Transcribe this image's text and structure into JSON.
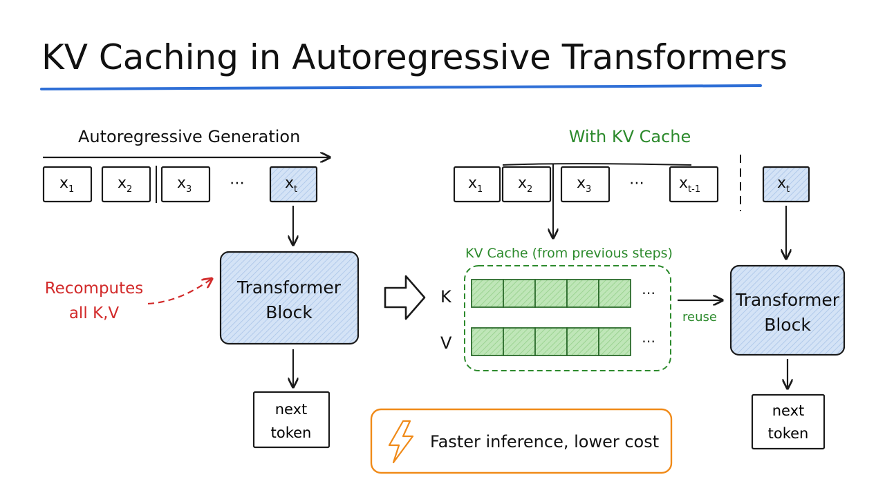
{
  "title": "KV Caching in Autoregressive Transformers",
  "left": {
    "heading": "Autoregressive Generation",
    "tokens": [
      {
        "base": "x",
        "sub": "1"
      },
      {
        "base": "x",
        "sub": "2"
      },
      {
        "base": "x",
        "sub": "3"
      },
      {
        "base": "⋯",
        "sub": ""
      },
      {
        "base": "x",
        "sub": "t"
      }
    ],
    "annotation_line1": "Recomputes",
    "annotation_line2": "all K,V",
    "block_line1": "Transformer",
    "block_line2": "Block",
    "output_line1": "next",
    "output_line2": "token"
  },
  "right": {
    "heading": "With KV Cache",
    "tokens": [
      {
        "base": "x",
        "sub": "1"
      },
      {
        "base": "x",
        "sub": "2"
      },
      {
        "base": "x",
        "sub": "3"
      },
      {
        "base": "⋯",
        "sub": ""
      },
      {
        "base": "x",
        "sub": "t-1"
      },
      {
        "base": "x",
        "sub": "t"
      }
    ],
    "cache_label": "KV Cache (from previous steps)",
    "k_label": "K",
    "v_label": "V",
    "ellipsis": "⋯",
    "reuse_label": "reuse",
    "block_line1": "Transformer",
    "block_line2": "Block",
    "output_line1": "next",
    "output_line2": "token"
  },
  "callout": {
    "text": "Faster inference, lower cost",
    "icon": "lightning-bolt-icon"
  },
  "colors": {
    "title_underline": "#2f6fd6",
    "highlight_fill": "#cfe0f5",
    "annotation_red": "#d22a2a",
    "cache_green": "#2c8a2c",
    "cache_fill": "#b9e2b3",
    "callout_orange": "#f08a18"
  }
}
